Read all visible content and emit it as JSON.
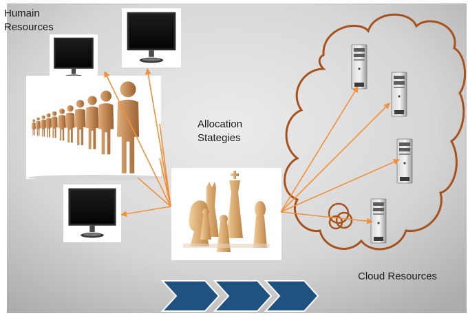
{
  "labels": {
    "human_resources": [
      "Humain",
      "Resources"
    ],
    "allocation_strategies": [
      "Allocation",
      "Stategies"
    ],
    "cloud_resources": "Cloud Resources"
  },
  "colors": {
    "background_light": "#e8e8e8",
    "background_dark": "#b4b4b4",
    "arrow": "#f0903a",
    "cloud_outline": "#a5521c",
    "chevron": "#1f5280",
    "figure": "#c98d55",
    "chess_piece": "#d9a46a"
  },
  "icons": {
    "monitor": "monitor-icon",
    "server": "server-tower-icon",
    "people": "people-line-image",
    "chess": "chess-pieces-image",
    "cloud": "cloud-outline",
    "chevron": "process-chevron"
  }
}
